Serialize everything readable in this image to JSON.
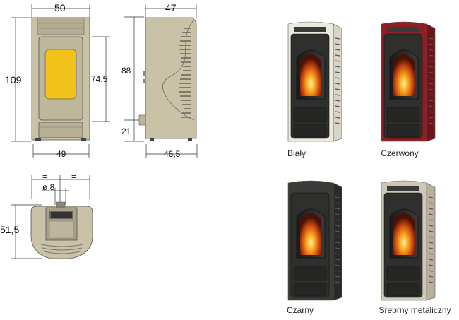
{
  "drawing": {
    "front_width": "50",
    "front_height": "109",
    "front_window_height": "74,5",
    "front_base_width": "49",
    "side_depth": "47",
    "side_outlet_height": "88",
    "side_inlet_height": "21",
    "side_base_depth": "46,5",
    "top_depth": "51,5",
    "top_pipe": "ø 8",
    "top_equal_left": "=",
    "top_equal_right": "="
  },
  "variants": [
    {
      "label": "Biały",
      "body_color": "#ece9dd",
      "accent": "#d9d5c6"
    },
    {
      "label": "Czerwony",
      "body_color": "#8e1f24",
      "accent": "#6e1519"
    },
    {
      "label": "Czarny",
      "body_color": "#3a3a36",
      "accent": "#2a2a27"
    },
    {
      "label": "Srebrny metaliczny",
      "body_color": "#cfc8b6",
      "accent": "#b8b09c"
    }
  ]
}
